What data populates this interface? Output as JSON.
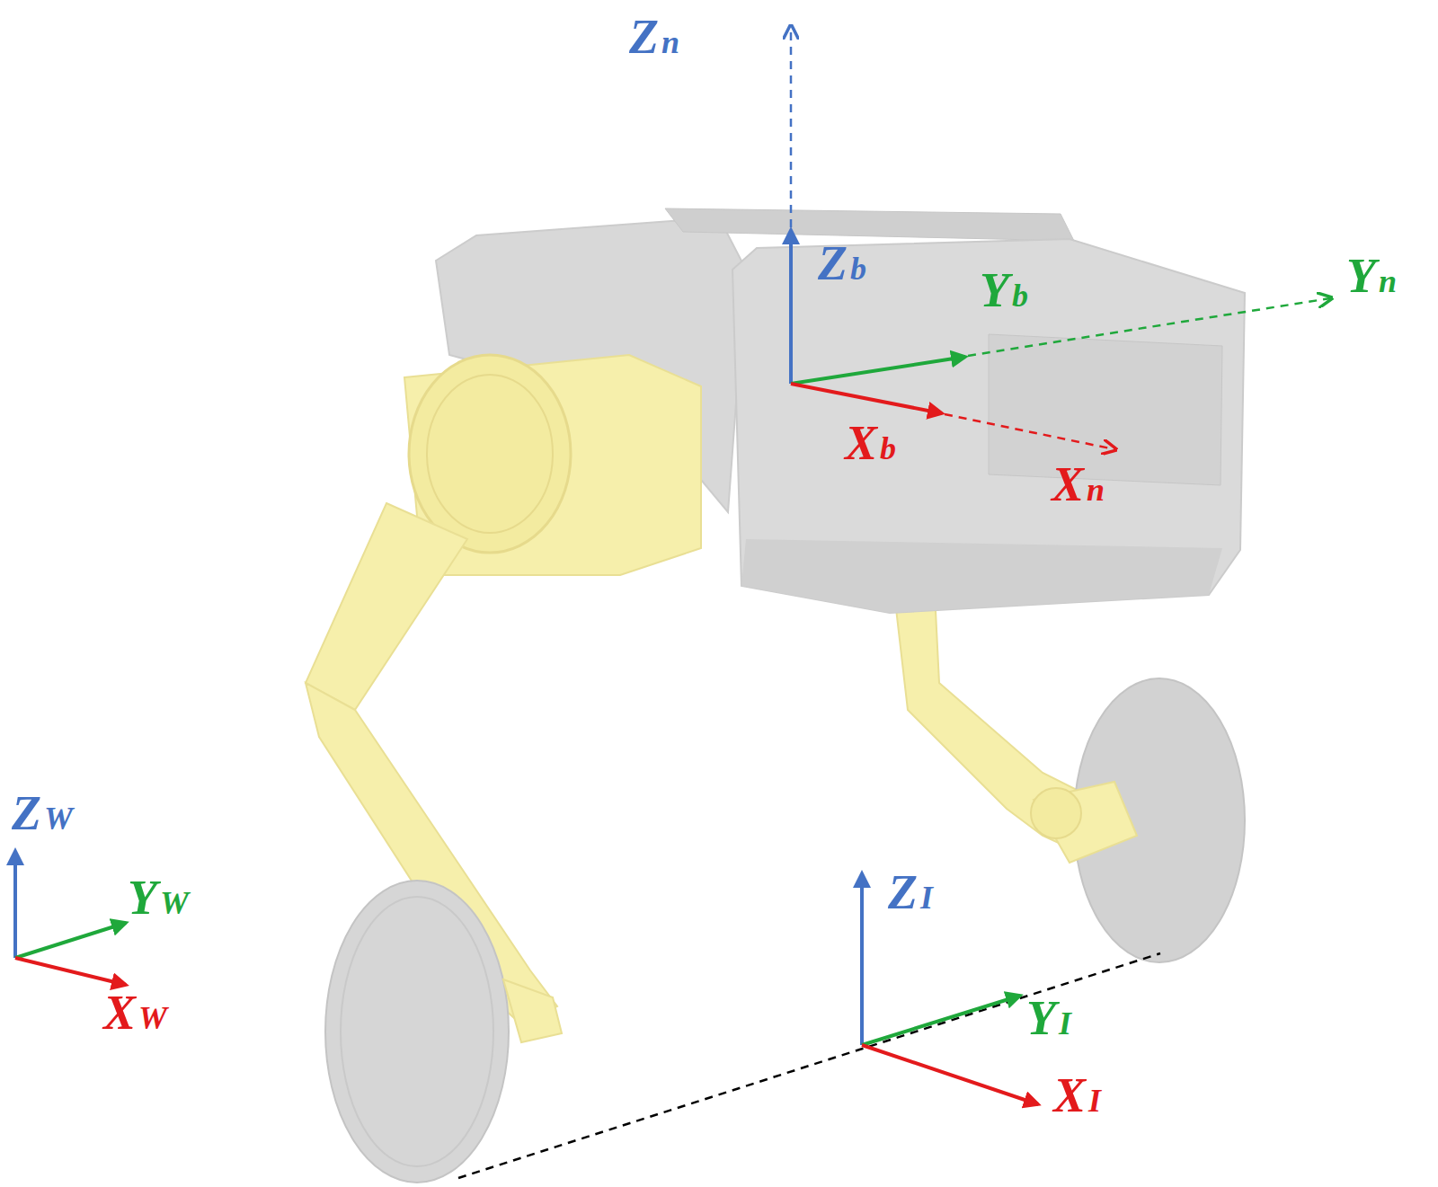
{
  "diagram": {
    "labels": [
      "Zn",
      "Zb",
      "Yb",
      "Yn",
      "Xb",
      "Xn",
      "ZW",
      "YW",
      "XW",
      "ZI",
      "YI",
      "XI"
    ]
  }
}
